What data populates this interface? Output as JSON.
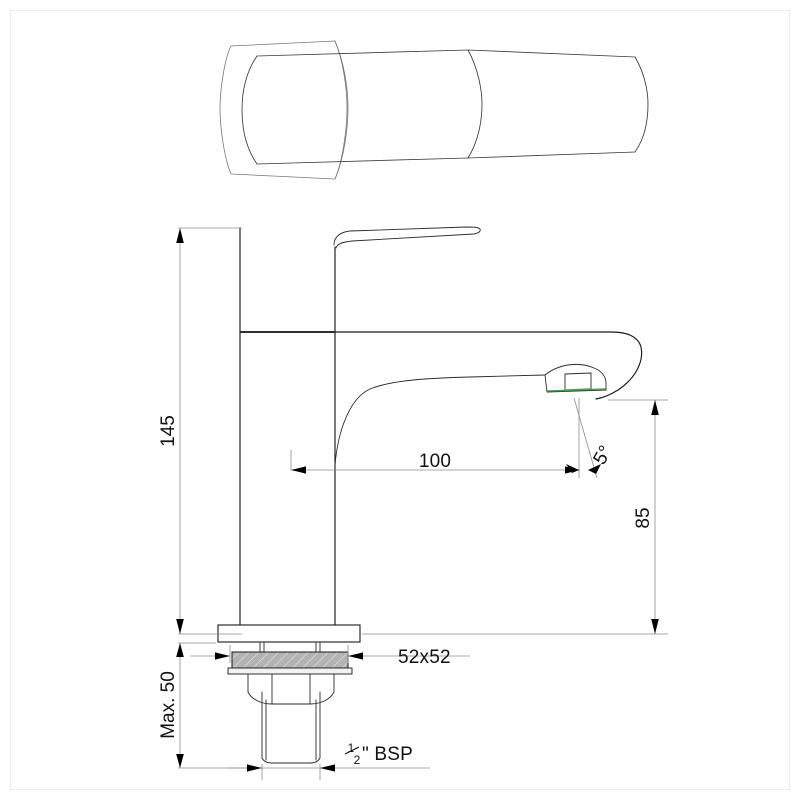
{
  "drawing": {
    "title": "Basin mixer tap technical drawing",
    "units": "mm",
    "views": [
      {
        "name": "top-view",
        "label": ""
      },
      {
        "name": "side-elevation",
        "label": ""
      }
    ],
    "colors": {
      "outline": "#1a1a1a",
      "dimension_line": "#8c8c8c",
      "arrow": "#000000",
      "washer_fill": "#b3b3b3",
      "aerator_accent": "#4f9e57",
      "sheet_border": "#ececec",
      "background": "#ffffff"
    }
  },
  "dimensions": {
    "overall_height": {
      "value": "145",
      "orientation": "vertical",
      "position": "left",
      "unit": "mm"
    },
    "spout_reach": {
      "value": "100",
      "orientation": "horizontal",
      "position": "center",
      "unit": "mm"
    },
    "outlet_angle": {
      "value": "5°",
      "orientation": "angular",
      "position": "right-of-aerator"
    },
    "spout_height": {
      "value": "85",
      "orientation": "vertical",
      "position": "right",
      "unit": "mm"
    },
    "max_deck_thickness": {
      "value": "Max. 50",
      "orientation": "vertical",
      "position": "lower-left",
      "unit": "mm"
    },
    "base_footprint": {
      "value": "52x52",
      "orientation": "horizontal",
      "position": "base-plate",
      "unit": "mm"
    },
    "inlet_thread": {
      "value": "½\" BSP",
      "numerator": "1",
      "denominator": "2",
      "suffix": "\" BSP",
      "orientation": "horizontal",
      "position": "bottom"
    }
  }
}
